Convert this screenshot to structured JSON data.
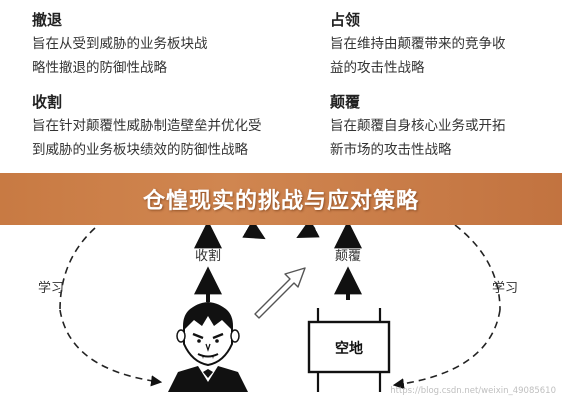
{
  "banner": {
    "title": "仓惶现实的挑战与应对策略"
  },
  "quadrants": {
    "retreat": {
      "title": "撤退",
      "lines": [
        "旨在从受到威胁的业务板块战",
        "略性撤退的防御性战略"
      ]
    },
    "occupy": {
      "title": "占领",
      "lines": [
        "旨在维持由颠覆带来的竞争收",
        "益的攻击性战略"
      ]
    },
    "harvest": {
      "title": "收割",
      "lines": [
        "旨在针对颠覆性威胁制造壁垒并优化受",
        "到威胁的业务板块绩效的防御性战略"
      ]
    },
    "disrupt": {
      "title": "颠覆",
      "lines": [
        "旨在颠覆自身核心业务或开拓",
        "新市场的攻击性战略"
      ]
    }
  },
  "diagram": {
    "label_harvest": "收割",
    "label_disrupt": "颠覆",
    "label_learn_left": "学习",
    "label_learn_right": "学习",
    "label_land": "空地"
  },
  "watermark": "https://blog.csdn.net/weixin_49085610"
}
